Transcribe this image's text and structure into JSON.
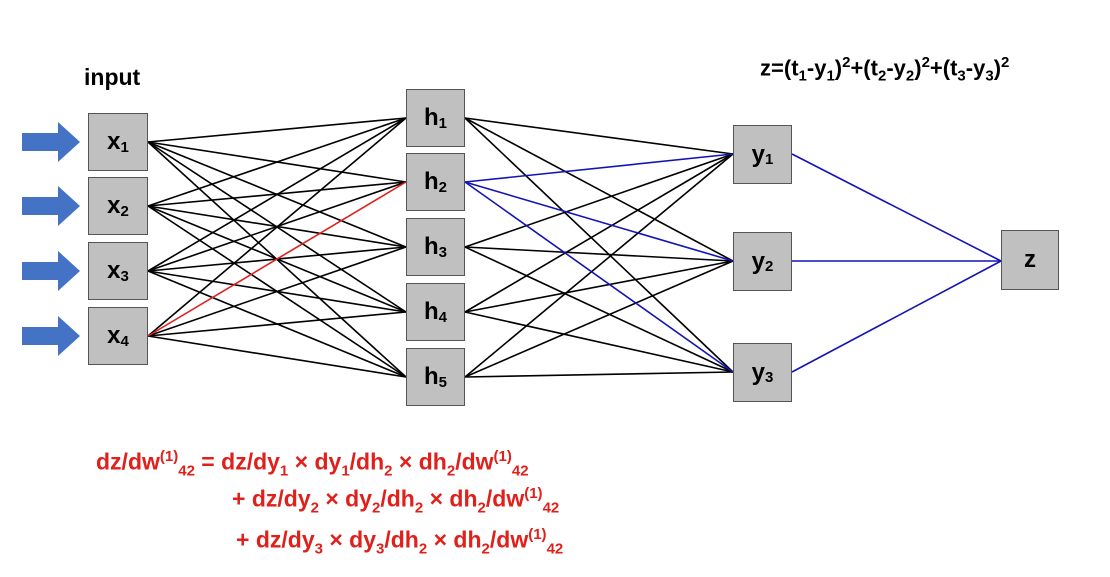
{
  "input_label": "input",
  "colors": {
    "node_fill": "#c0c0c0",
    "edge_black": "#000000",
    "edge_red": "#e02020",
    "edge_blue": "#1414b4",
    "arrow": "#4472c4",
    "formula_red": "#e0201b"
  },
  "layers": {
    "x": [
      {
        "base": "x",
        "sub": "1"
      },
      {
        "base": "x",
        "sub": "2"
      },
      {
        "base": "x",
        "sub": "3"
      },
      {
        "base": "x",
        "sub": "4"
      }
    ],
    "h": [
      {
        "base": "h",
        "sub": "1"
      },
      {
        "base": "h",
        "sub": "2"
      },
      {
        "base": "h",
        "sub": "3"
      },
      {
        "base": "h",
        "sub": "4"
      },
      {
        "base": "h",
        "sub": "5"
      }
    ],
    "y": [
      {
        "base": "y",
        "sub": "1"
      },
      {
        "base": "y",
        "sub": "2"
      },
      {
        "base": "y",
        "sub": "3"
      }
    ],
    "z": [
      {
        "base": "z",
        "sub": ""
      }
    ]
  },
  "highlight": {
    "red_edge": "x4-h2",
    "blue_edges": [
      "h2-y1",
      "h2-y2",
      "h2-y3",
      "y1-z",
      "y2-z",
      "y3-z"
    ]
  },
  "loss_formula": {
    "lhs": "z=",
    "terms": [
      {
        "t": "t",
        "ti": "1",
        "y": "y",
        "yi": "1",
        "pow": "2"
      },
      {
        "t": "t",
        "ti": "2",
        "y": "y",
        "yi": "2",
        "pow": "2"
      },
      {
        "t": "t",
        "ti": "3",
        "y": "y",
        "yi": "3",
        "pow": "2"
      }
    ]
  },
  "gradient_formula": {
    "lhs": {
      "pre": "dz/dw",
      "sup": "(1)",
      "sub": "42",
      "eq": " = "
    },
    "lines": [
      {
        "prefix": "",
        "a": "dz/dy",
        "ai": "1",
        "b": "dy",
        "bi": "1",
        "c": "/dh",
        "ci": "2",
        "d": "dh",
        "di": "2",
        "e": "/dw",
        "esup": "(1)",
        "esub": "42"
      },
      {
        "prefix": "+ ",
        "a": "dz/dy",
        "ai": "2",
        "b": "dy",
        "bi": "2",
        "c": "/dh",
        "ci": "2",
        "d": "dh",
        "di": "2",
        "e": "/dw",
        "esup": "(1)",
        "esub": "42"
      },
      {
        "prefix": "+ ",
        "a": "dz/dy",
        "ai": "3",
        "b": "dy",
        "bi": "3",
        "c": "/dh",
        "ci": "2",
        "d": "dh",
        "di": "2",
        "e": "/dw",
        "esup": "(1)",
        "esub": "42"
      }
    ],
    "times": "×"
  }
}
